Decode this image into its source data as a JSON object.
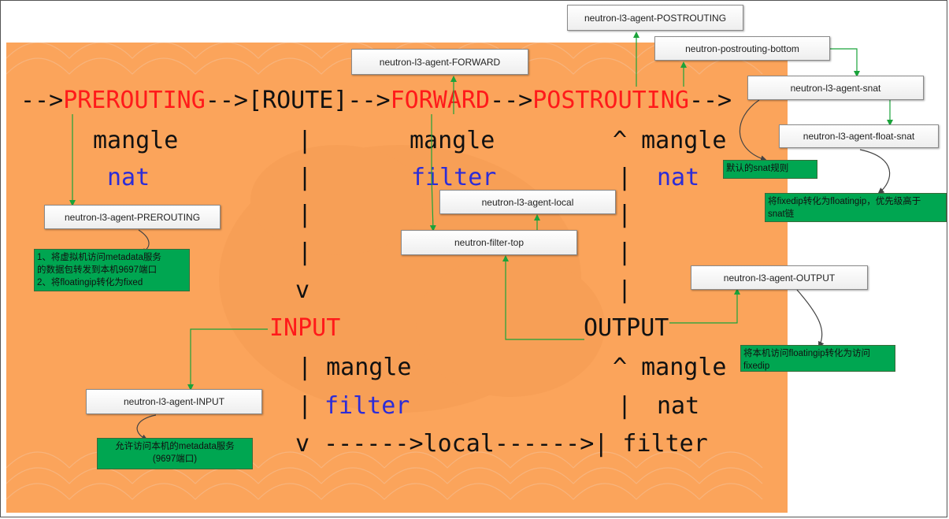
{
  "ascii": {
    "row1": {
      "a": "-->",
      "prerouting": "PREROUTING",
      "b": "-->[ROUTE]-->",
      "forward": "FORWARD",
      "c": "-->",
      "postrouting": "POSTROUTING",
      "d": "-->"
    },
    "row2": {
      "m1": "mangle",
      "pipe": "|",
      "m2": "mangle",
      "m3": "^ mangle"
    },
    "row3": {
      "nat1": "nat",
      "pipe": "|",
      "filter": "filter",
      "pipe2": "|",
      "nat2": "nat"
    },
    "pipe": "|",
    "v": "v",
    "input": "INPUT",
    "output": "OUTPUT",
    "row5": {
      "a": "| mangle",
      "b": "^ mangle"
    },
    "row6": {
      "pipe": "|",
      "filter": "filter",
      "pipe2": "|",
      "nat": "nat"
    },
    "row7": {
      "a": "v ------>local------>| filter"
    }
  },
  "boxes": {
    "postrouting": "neutron-l3-agent-POSTROUTING",
    "postrouting_bottom": "neutron-postrouting-bottom",
    "forward": "neutron-l3-agent-FORWARD",
    "snat": "neutron-l3-agent-snat",
    "float_snat": "neutron-l3-agent-float-snat",
    "prerouting": "neutron-l3-agent-PREROUTING",
    "local": "neutron-l3-agent-local",
    "filter_top": "neutron-filter-top",
    "output": "neutron-l3-agent-OUTPUT",
    "input": "neutron-l3-agent-INPUT"
  },
  "notes": {
    "default_snat": "默认的snat规则",
    "fixedip_to_floating": "将fixedip转化为floatingip，优先级高于\nsnat链",
    "prerouting_note": "1、将虚拟机访问metadata服务\n的数据包转发到本机9697端口\n2、将floatingip转化为fixed",
    "local_floating": "将本机访问floatingip转化为访问\nfixedip",
    "input_note": "允许访问本机的metadata服务\n(9697端口)"
  },
  "colors": {
    "background": "#fba45b",
    "chain_red": "#ff1a1a",
    "table_blue": "#2c2cd8",
    "note_green": "#00a651",
    "connector_green": "#1aa33a"
  }
}
